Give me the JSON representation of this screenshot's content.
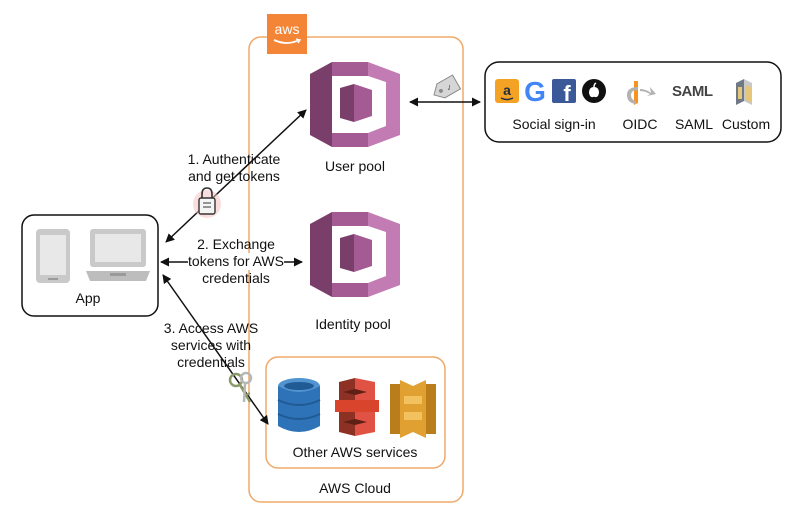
{
  "aws_badge": "aws",
  "nodes": {
    "user_pool": "User pool",
    "identity_pool": "Identity pool",
    "app": "App",
    "other_services": "Other AWS services",
    "aws_cloud": "AWS Cloud"
  },
  "steps": {
    "step1_line1": "1. Authenticate",
    "step1_line2": "and get tokens",
    "step2_line1": "2. Exchange",
    "step2_line2": "tokens for AWS",
    "step2_line3": "credentials",
    "step3_line1": "3. Access AWS",
    "step3_line2": "services with",
    "step3_line3": "credentials"
  },
  "providers": {
    "social": "Social sign-in",
    "oidc": "OIDC",
    "saml": "SAML",
    "custom": "Custom",
    "saml_logo": "SAML"
  },
  "icons": [
    "amazon-icon",
    "google-icon",
    "facebook-icon",
    "apple-icon",
    "oidc-icon",
    "custom-icon",
    "user-pool-icon",
    "identity-pool-icon",
    "tablet-icon",
    "laptop-icon",
    "dynamodb-icon",
    "s3-icon",
    "api-gateway-icon",
    "padlock-icon",
    "tag-icon",
    "keys-icon"
  ],
  "colors": {
    "cognito_dark": "#7a3e6b",
    "cognito_mid": "#a45a92",
    "cognito_light": "#c27bb3",
    "aws_orange": "#f58536",
    "cloud_border": "#f0a86a",
    "dynamodb": "#2e73b8",
    "s3": "#d9442c",
    "api_gateway": "#e0a032"
  }
}
